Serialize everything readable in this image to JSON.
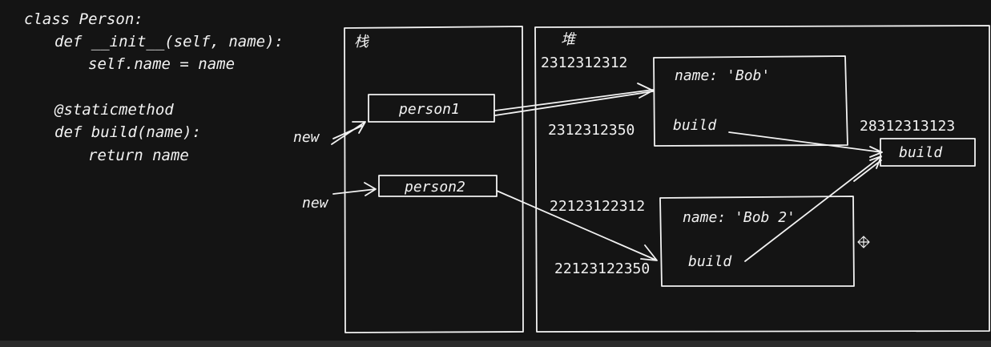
{
  "code": {
    "lines": [
      "class Person:",
      "def __init__(self, name):",
      "self.name = name",
      "@staticmethod",
      "def build(name):",
      "return name"
    ]
  },
  "stack": {
    "title": "栈",
    "items": [
      "person1",
      "person2"
    ],
    "new_labels": [
      "new",
      "new"
    ]
  },
  "heap": {
    "title": "堆",
    "objects": [
      {
        "address": "2312312312",
        "name_field": "name: 'Bob'",
        "method_address": "2312312350",
        "method": "build"
      },
      {
        "address": "22123122312",
        "name_field": "name: 'Bob 2'",
        "method_address": "22123122350",
        "method": "build"
      }
    ],
    "shared_method": {
      "address": "28312313123",
      "label": "build"
    }
  },
  "colors": {
    "background": "#141414",
    "ink": "#f2f2f2"
  },
  "icons": {
    "cursor": "move-icon"
  }
}
